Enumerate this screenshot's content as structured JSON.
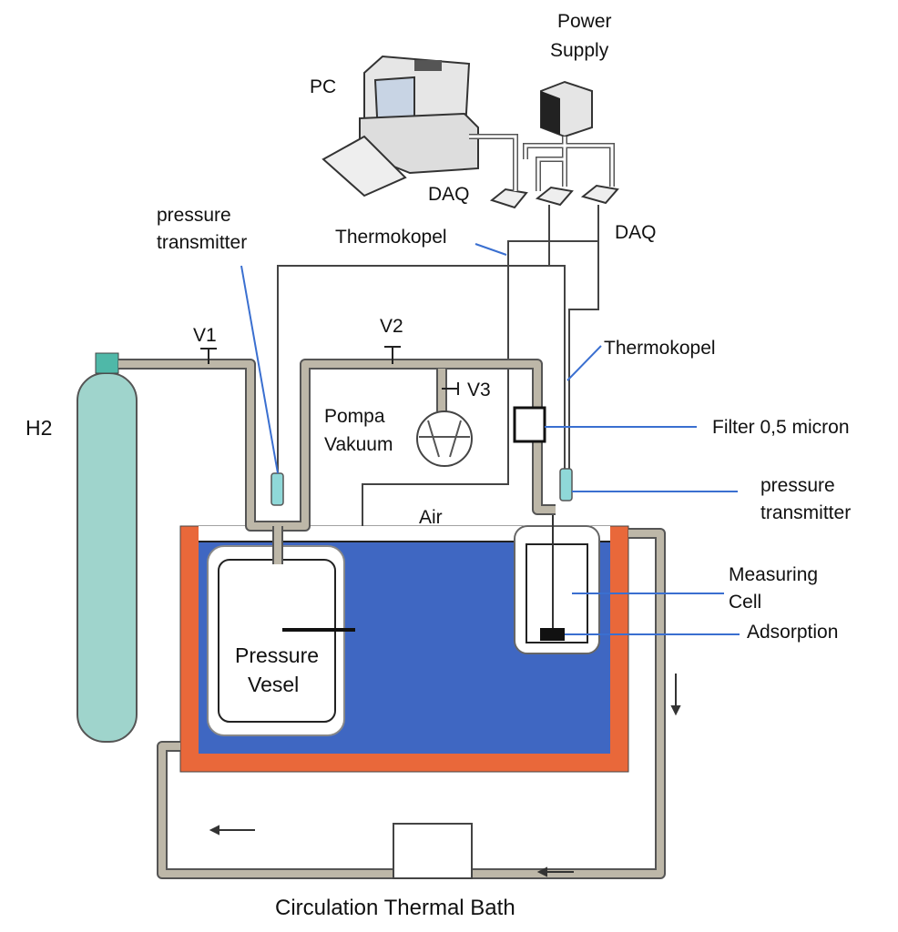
{
  "labels": {
    "power_supply_line1": "Power",
    "power_supply_line2": "Supply",
    "pc": "PC",
    "daq_left": "DAQ",
    "daq_right": "DAQ",
    "thermokopel_top": "Thermokopel",
    "pressure_transmitter_left_line1": "pressure",
    "pressure_transmitter_left_line2": "transmitter",
    "v1": "V1",
    "v2": "V2",
    "v3": "V3",
    "thermokopel_right": "Thermokopel",
    "pompa_line1": "Pompa",
    "pompa_line2": "Vakuum",
    "filter": "Filter 0,5 micron",
    "h2": "H2",
    "pressure_transmitter_right_line1": "pressure",
    "pressure_transmitter_right_line2": "transmitter",
    "air": "Air",
    "measuring_line1": "Measuring",
    "measuring_line2": "Cell",
    "adsorption": "Adsorption",
    "vessel_line1": "Pressure",
    "vessel_line2": "Vesel",
    "bath": "Circulation Thermal Bath"
  },
  "colors": {
    "bath_water": "#3f67c2",
    "bath_wall": "#e9683a",
    "cylinder": "#9fd4cc",
    "pipe": "#bdb7a8",
    "leader": "#3a6fd0"
  }
}
